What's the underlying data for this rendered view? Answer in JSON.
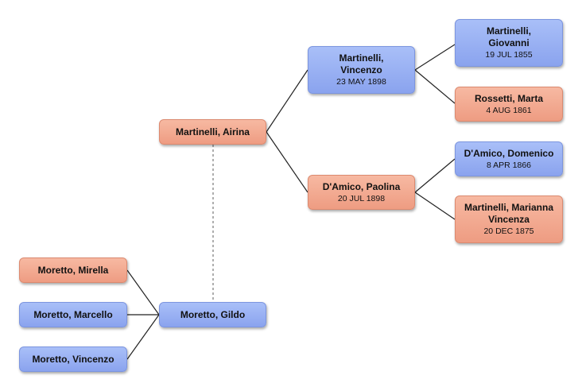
{
  "colors": {
    "male": "#94acf2",
    "female": "#f2a78d",
    "line": "#222222",
    "dashed_line": "#777777"
  },
  "persons": {
    "giovanni": {
      "name": "Martinelli, Giovanni",
      "date": "19 JUL 1855",
      "sex": "male"
    },
    "marta": {
      "name": "Rossetti, Marta",
      "date": "4 AUG 1861",
      "sex": "female"
    },
    "domenico": {
      "name": "D'Amico, Domenico",
      "date": "8 APR 1866",
      "sex": "male"
    },
    "marianna": {
      "name": "Martinelli, Marianna Vincenza",
      "date": "20 DEC 1875",
      "sex": "female"
    },
    "vincenzo_m": {
      "name": "Martinelli, Vincenzo",
      "date": "23 MAY 1898",
      "sex": "male"
    },
    "paolina": {
      "name": "D'Amico, Paolina",
      "date": "20 JUL 1898",
      "sex": "female"
    },
    "airina": {
      "name": "Martinelli, Airina",
      "date": "",
      "sex": "female"
    },
    "gildo": {
      "name": "Moretto, Gildo",
      "date": "",
      "sex": "male"
    },
    "mirella": {
      "name": "Moretto, Mirella",
      "date": "",
      "sex": "female"
    },
    "marcello": {
      "name": "Moretto, Marcello",
      "date": "",
      "sex": "male"
    },
    "vincenzo_mo": {
      "name": "Moretto, Vincenzo",
      "date": "",
      "sex": "male"
    }
  }
}
